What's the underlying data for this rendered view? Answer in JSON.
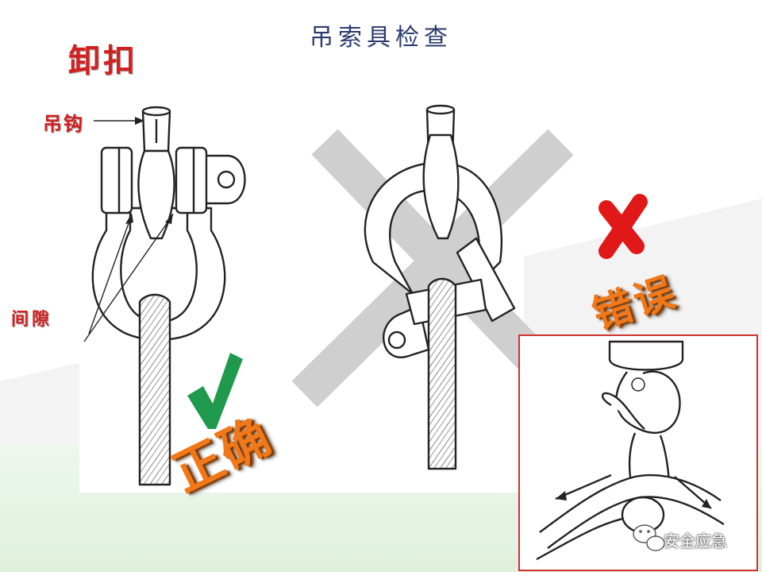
{
  "title": "吊索具检查",
  "labels": {
    "main": "卸扣",
    "hook": "吊钩",
    "gap": "间隙",
    "correct": "正确",
    "wrong": "错误"
  },
  "icons": {
    "correct": "check-mark-icon",
    "wrong": "cross-mark-icon",
    "watermark": "wechat-icon"
  },
  "watermark": "安全应急",
  "colors": {
    "title": "#2a3a6e",
    "label_red": "#d22020",
    "check_green": "#1f9a4c",
    "cross_red": "#e01818",
    "stamp_orange": "#f07818",
    "bg_gray_x": "#cfcfcf",
    "inset_border": "#d03030"
  }
}
